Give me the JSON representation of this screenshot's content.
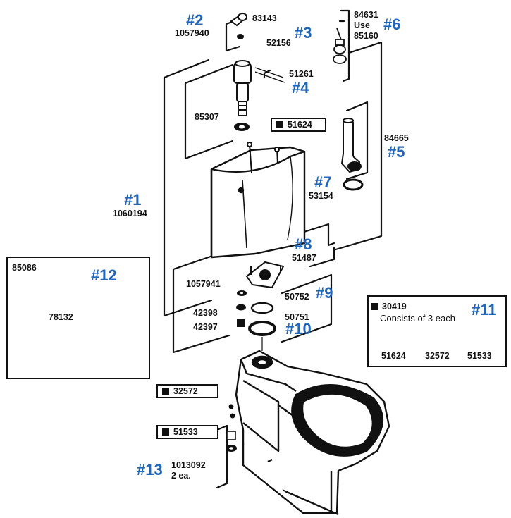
{
  "callouts": {
    "c1": "#1",
    "c2": "#2",
    "c3": "#3",
    "c4": "#4",
    "c5": "#5",
    "c6": "#6",
    "c7": "#7",
    "c8": "#8",
    "c9": "#9",
    "c10": "#10",
    "c11": "#11",
    "c12": "#12",
    "c13": "#13"
  },
  "parts": {
    "p83143": "83143",
    "p1057940": "1057940",
    "p52156": "52156",
    "p51261": "51261",
    "p84631": "84631",
    "use": "Use",
    "p85160": "85160",
    "p85307": "85307",
    "p51624": "51624",
    "p84665": "84665",
    "p53154": "53154",
    "p1060194": "1060194",
    "p51487": "51487",
    "p1057941": "1057941",
    "p50752": "50752",
    "p42398": "42398",
    "p42397": "42397",
    "p50751": "50751",
    "p85086": "85086",
    "p78132": "78132",
    "p32572": "32572",
    "p51533": "51533",
    "p1013092": "1013092",
    "qty2": "2 ea."
  },
  "kit": {
    "id": "30419",
    "desc": "Consists of 3 each",
    "items": [
      "51624",
      "32572",
      "51533"
    ]
  }
}
